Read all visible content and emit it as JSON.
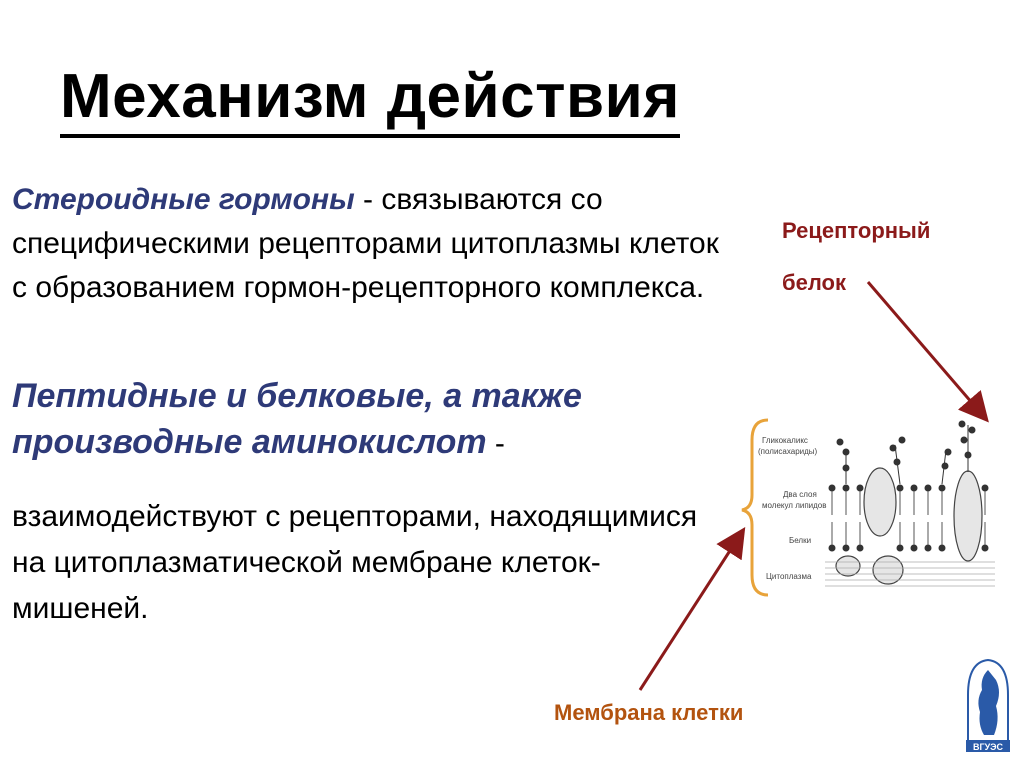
{
  "title": "Механизм действия",
  "para1": {
    "highlight": "Стероидные гормоны",
    "text": " - связываются со специфическими рецепторами цитоплазмы клеток с образованием гормон-рецепторного комплекса."
  },
  "para2": {
    "highlight": "Пептидные и белковые, а также производные аминокислот",
    "text": " -"
  },
  "para3": {
    "text": "взаимодействуют с рецепторами, находящимися на цитоплазматической мембране клеток-мишеней."
  },
  "labels": {
    "receptor": "Рецепторный белок",
    "membrane": "Мембрана клетки"
  },
  "diagram": {
    "label1": "Гликокаликс",
    "label2": "(полисахариды)",
    "label3": "Два слоя",
    "label4": "молекул липидов",
    "label5": "Белки",
    "label6": "Цитоплазма"
  },
  "logo": {
    "text": "ВГУЭС"
  },
  "colors": {
    "highlight": "#2e3a78",
    "receptor_label": "#8b1a1a",
    "membrane_label": "#b3530f",
    "arrow": "#8b1a1a",
    "brace": "#e8a33a",
    "logo": "#2a5aa8"
  }
}
